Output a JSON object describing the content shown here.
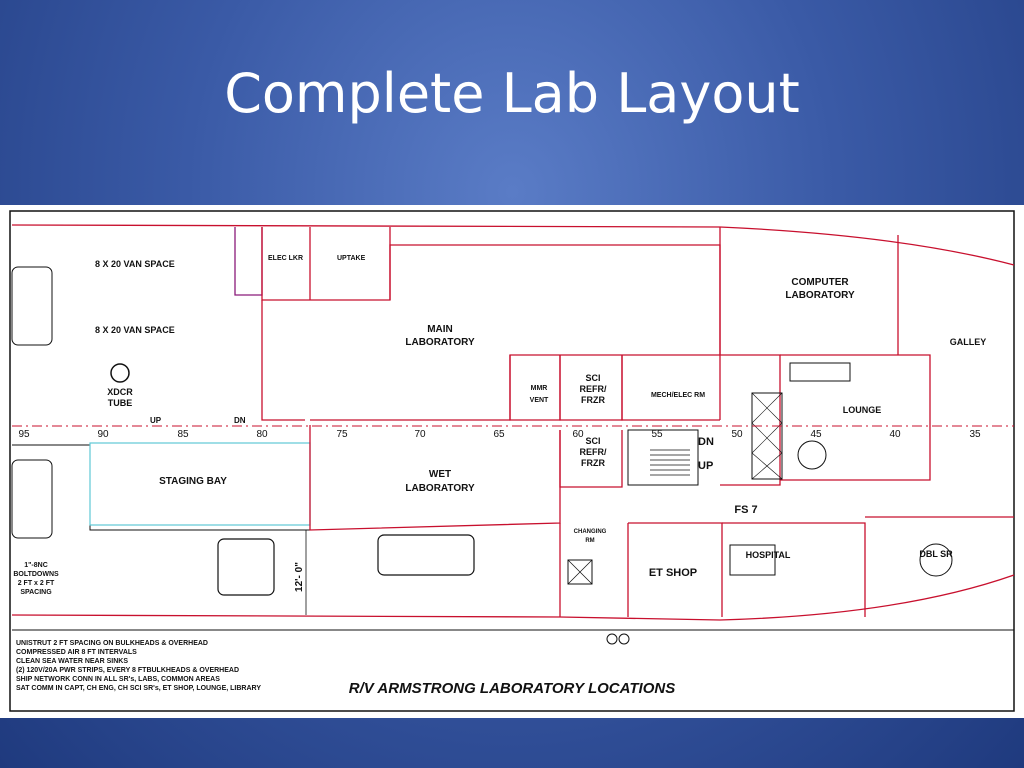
{
  "slide": {
    "title": "Complete Lab Layout"
  },
  "plan": {
    "title": "R/V ARMSTRONG LABORATORY LOCATIONS",
    "rooms": {
      "van1": "8 X 20  VAN SPACE",
      "van2": "8 X 20  VAN SPACE",
      "elec_lkr": "ELEC LKR",
      "uptake": "UPTAKE",
      "main_lab_1": "MAIN",
      "main_lab_2": "LABORATORY",
      "computer_lab_1": "COMPUTER",
      "computer_lab_2": "LABORATORY",
      "galley": "GALLEY",
      "xdcr_1": "XDCR",
      "xdcr_2": "TUBE",
      "mmr": "MMR",
      "vent": "VENT",
      "sci_refr_1a": "SCI",
      "sci_refr_1b": "REFR/",
      "sci_refr_1c": "FRZR",
      "sci_refr_2a": "SCI",
      "sci_refr_2b": "REFR/",
      "sci_refr_2c": "FRZR",
      "mech_elec": "MECH/ELEC RM",
      "lounge": "LOUNGE",
      "staging_bay": "STAGING BAY",
      "wet_lab_1": "WET",
      "wet_lab_2": "LABORATORY",
      "changing_1": "CHANGING",
      "changing_2": "RM",
      "et_shop": "ET SHOP",
      "hospital": "HOSPITAL",
      "dbl_sr": "DBL SR",
      "fs": "FS  7",
      "up1": "UP",
      "dn1": "DN",
      "dn2": "DN",
      "up2": "UP",
      "dim": "12'- 0\"",
      "boltdowns_1": "1\"-8NC",
      "boltdowns_2": "BOLTDOWNS",
      "boltdowns_3": "2 FT x 2 FT",
      "boltdowns_4": "SPACING"
    },
    "frames": [
      "95",
      "90",
      "85",
      "80",
      "75",
      "70",
      "65",
      "60",
      "55",
      "50",
      "45",
      "40",
      "35"
    ],
    "notes": [
      "UNISTRUT 2 FT SPACING ON BULKHEADS & OVERHEAD",
      "COMPRESSED AIR 8 FT INTERVALS",
      "CLEAN SEA WATER NEAR SINKS",
      "(2) 120V/20A PWR STRIPS, EVERY 8 FTBULKHEADS & OVERHEAD",
      "SHIP NETWORK CONN IN ALL SR's, LABS, COMMON AREAS",
      "SAT COMM IN CAPT, CH ENG, CH SCI SR's, ET SHOP, LOUNGE, LIBRARY"
    ]
  }
}
